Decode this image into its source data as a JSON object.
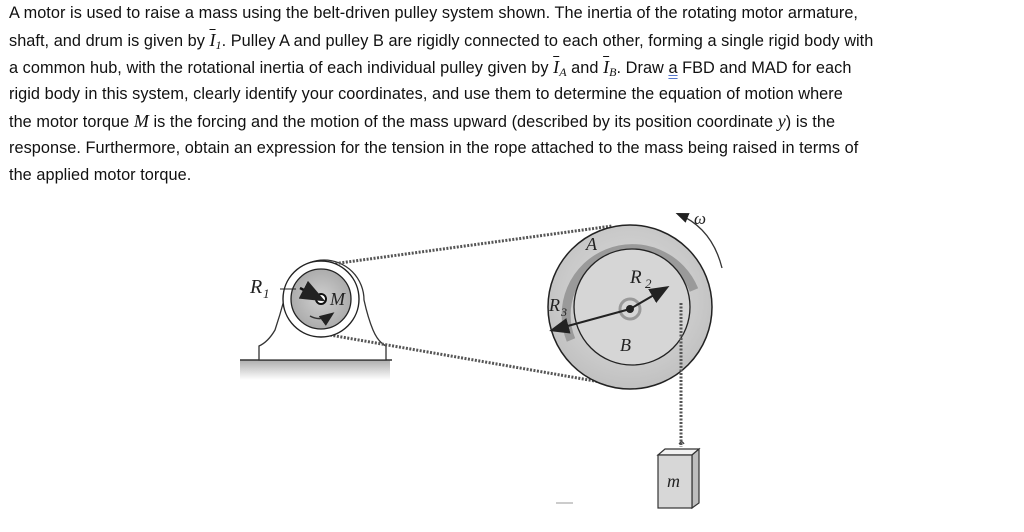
{
  "problem": {
    "lines": [
      {
        "parts": [
          "A motor is used to raise a mass using the belt-driven pulley system shown.  The inertia of the rotating motor armature,"
        ]
      },
      {
        "parts": [
          "shaft, and drum is given by ",
          "I",
          "1",
          ".  Pulley A and pulley B are rigidly connected to each other, forming a single rigid body with"
        ]
      },
      {
        "parts": [
          "a common hub, with the rotational inertia of each individual pulley given by ",
          "I",
          "A",
          " and ",
          "I",
          "B",
          ".  Draw ",
          "a",
          " FBD and MAD for each"
        ]
      },
      {
        "parts": [
          "rigid body in this system, clearly identify your coordinates, and use them to determine the equation of motion where"
        ]
      },
      {
        "parts": [
          "the motor torque ",
          "M",
          " is the forcing and the motion of the mass upward (described by its position coordinate ",
          "y",
          ") is the"
        ]
      },
      {
        "parts": [
          "response.  Furthermore, obtain an expression for the tension in the rope attached to the mass being raised in terms of"
        ]
      },
      {
        "parts": [
          "the applied motor torque."
        ]
      }
    ]
  },
  "figure": {
    "labels": {
      "R1": "R",
      "R1_sub": "1",
      "motor_torque": "M",
      "pulley_A": "A",
      "pulley_B": "B",
      "R2": "R",
      "R2_sub": "2",
      "R3": "R",
      "R3_sub": "3",
      "omega": "ω",
      "mass": "m"
    }
  }
}
